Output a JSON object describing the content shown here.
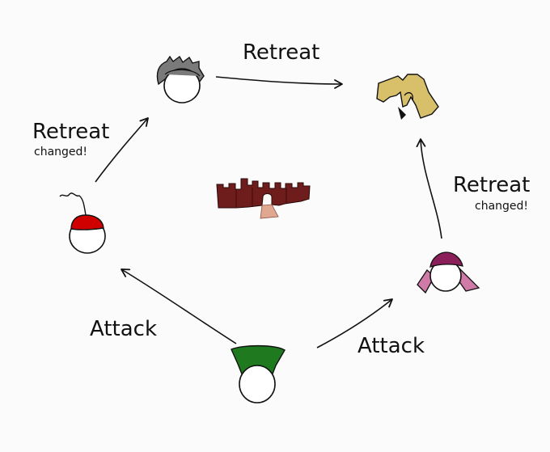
{
  "labels": {
    "top_retreat": "Retreat",
    "left_retreat": "Retreat",
    "left_changed": "changed!",
    "right_retreat": "Retreat",
    "right_changed": "changed!",
    "attack_left": "Attack",
    "attack_right": "Attack"
  },
  "colors": {
    "grey_general": "#7a7a7a",
    "yellow_general": "#d8c06a",
    "red_general": "#d00000",
    "pink_general": "#d07aa8",
    "pink_cap": "#8b1f5a",
    "green_general": "#1f7a1f",
    "castle": "#6e1c1c",
    "castle_gate": "#e0a890",
    "ink": "#111111"
  }
}
